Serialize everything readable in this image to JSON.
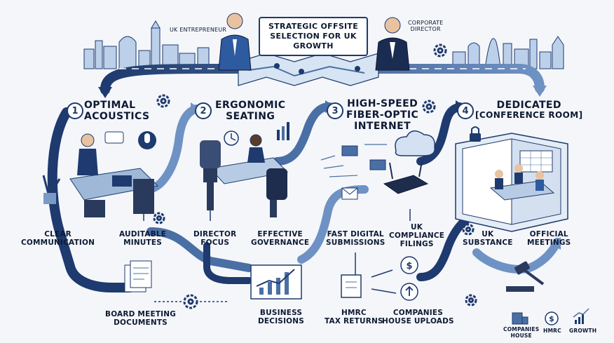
{
  "title": "STRATEGIC OFFSITE SELECTION FOR UK GROWTH",
  "people": {
    "left": "UK ENTREPRENEUR",
    "right_line1": "CORPORATE",
    "right_line2": "DIRECTOR"
  },
  "steps": [
    {
      "number": "1",
      "title_line1": "OPTIMAL",
      "title_line2": "ACOUSTICS",
      "benefit_a_line1": "CLEAR",
      "benefit_a_line2": "COMMUNICATION",
      "benefit_b_line1": "AUDITABLE",
      "benefit_b_line2": "MINUTES",
      "output_line1": "BOARD MEETING",
      "output_line2": "DOCUMENTS"
    },
    {
      "number": "2",
      "title_line1": "ERGONOMIC",
      "title_line2": "SEATING",
      "benefit_a_line1": "DIRECTOR",
      "benefit_a_line2": "FOCUS",
      "benefit_b_line1": "EFFECTIVE",
      "benefit_b_line2": "GOVERNANCE",
      "output_line1": "BUSINESS",
      "output_line2": "DECISIONS"
    },
    {
      "number": "3",
      "title_line1": "HIGH-SPEED",
      "title_line2": "FIBER-OPTIC",
      "title_line3": "INTERNET",
      "benefit_a_line1": "FAST DIGITAL",
      "benefit_a_line2": "SUBMISSIONS",
      "benefit_b_line1": "UK",
      "benefit_b_line2": "COMPLIANCE",
      "benefit_b_line3": "FILINGS",
      "output_a_line1": "HMRC",
      "output_a_line2": "TAX RETURNS",
      "output_b_line1": "COMPANIES",
      "output_b_line2": "HOUSE UPLOADS"
    },
    {
      "number": "4",
      "title_line1": "DEDICATED",
      "title_line2": "[CONFERENCE ROOM]",
      "benefit_a_line1": "UK",
      "benefit_a_line2": "SUBSTANCE",
      "benefit_b_line1": "OFFICIAL",
      "benefit_b_line2": "MEETINGS"
    }
  ],
  "legend": [
    {
      "label_line1": "COMPANIES",
      "label_line2": "HOUSE",
      "icon": "building-icon"
    },
    {
      "label_line1": "HMRC",
      "label_line2": "",
      "icon": "dollar-icon"
    },
    {
      "label_line1": "GROWTH",
      "label_line2": "",
      "icon": "growth-chart-icon"
    }
  ],
  "colors": {
    "navy": "#1e3a6e",
    "mid_blue": "#4a6fa5",
    "light_blue": "#a9c1e0",
    "dark": "#0e1a33"
  }
}
